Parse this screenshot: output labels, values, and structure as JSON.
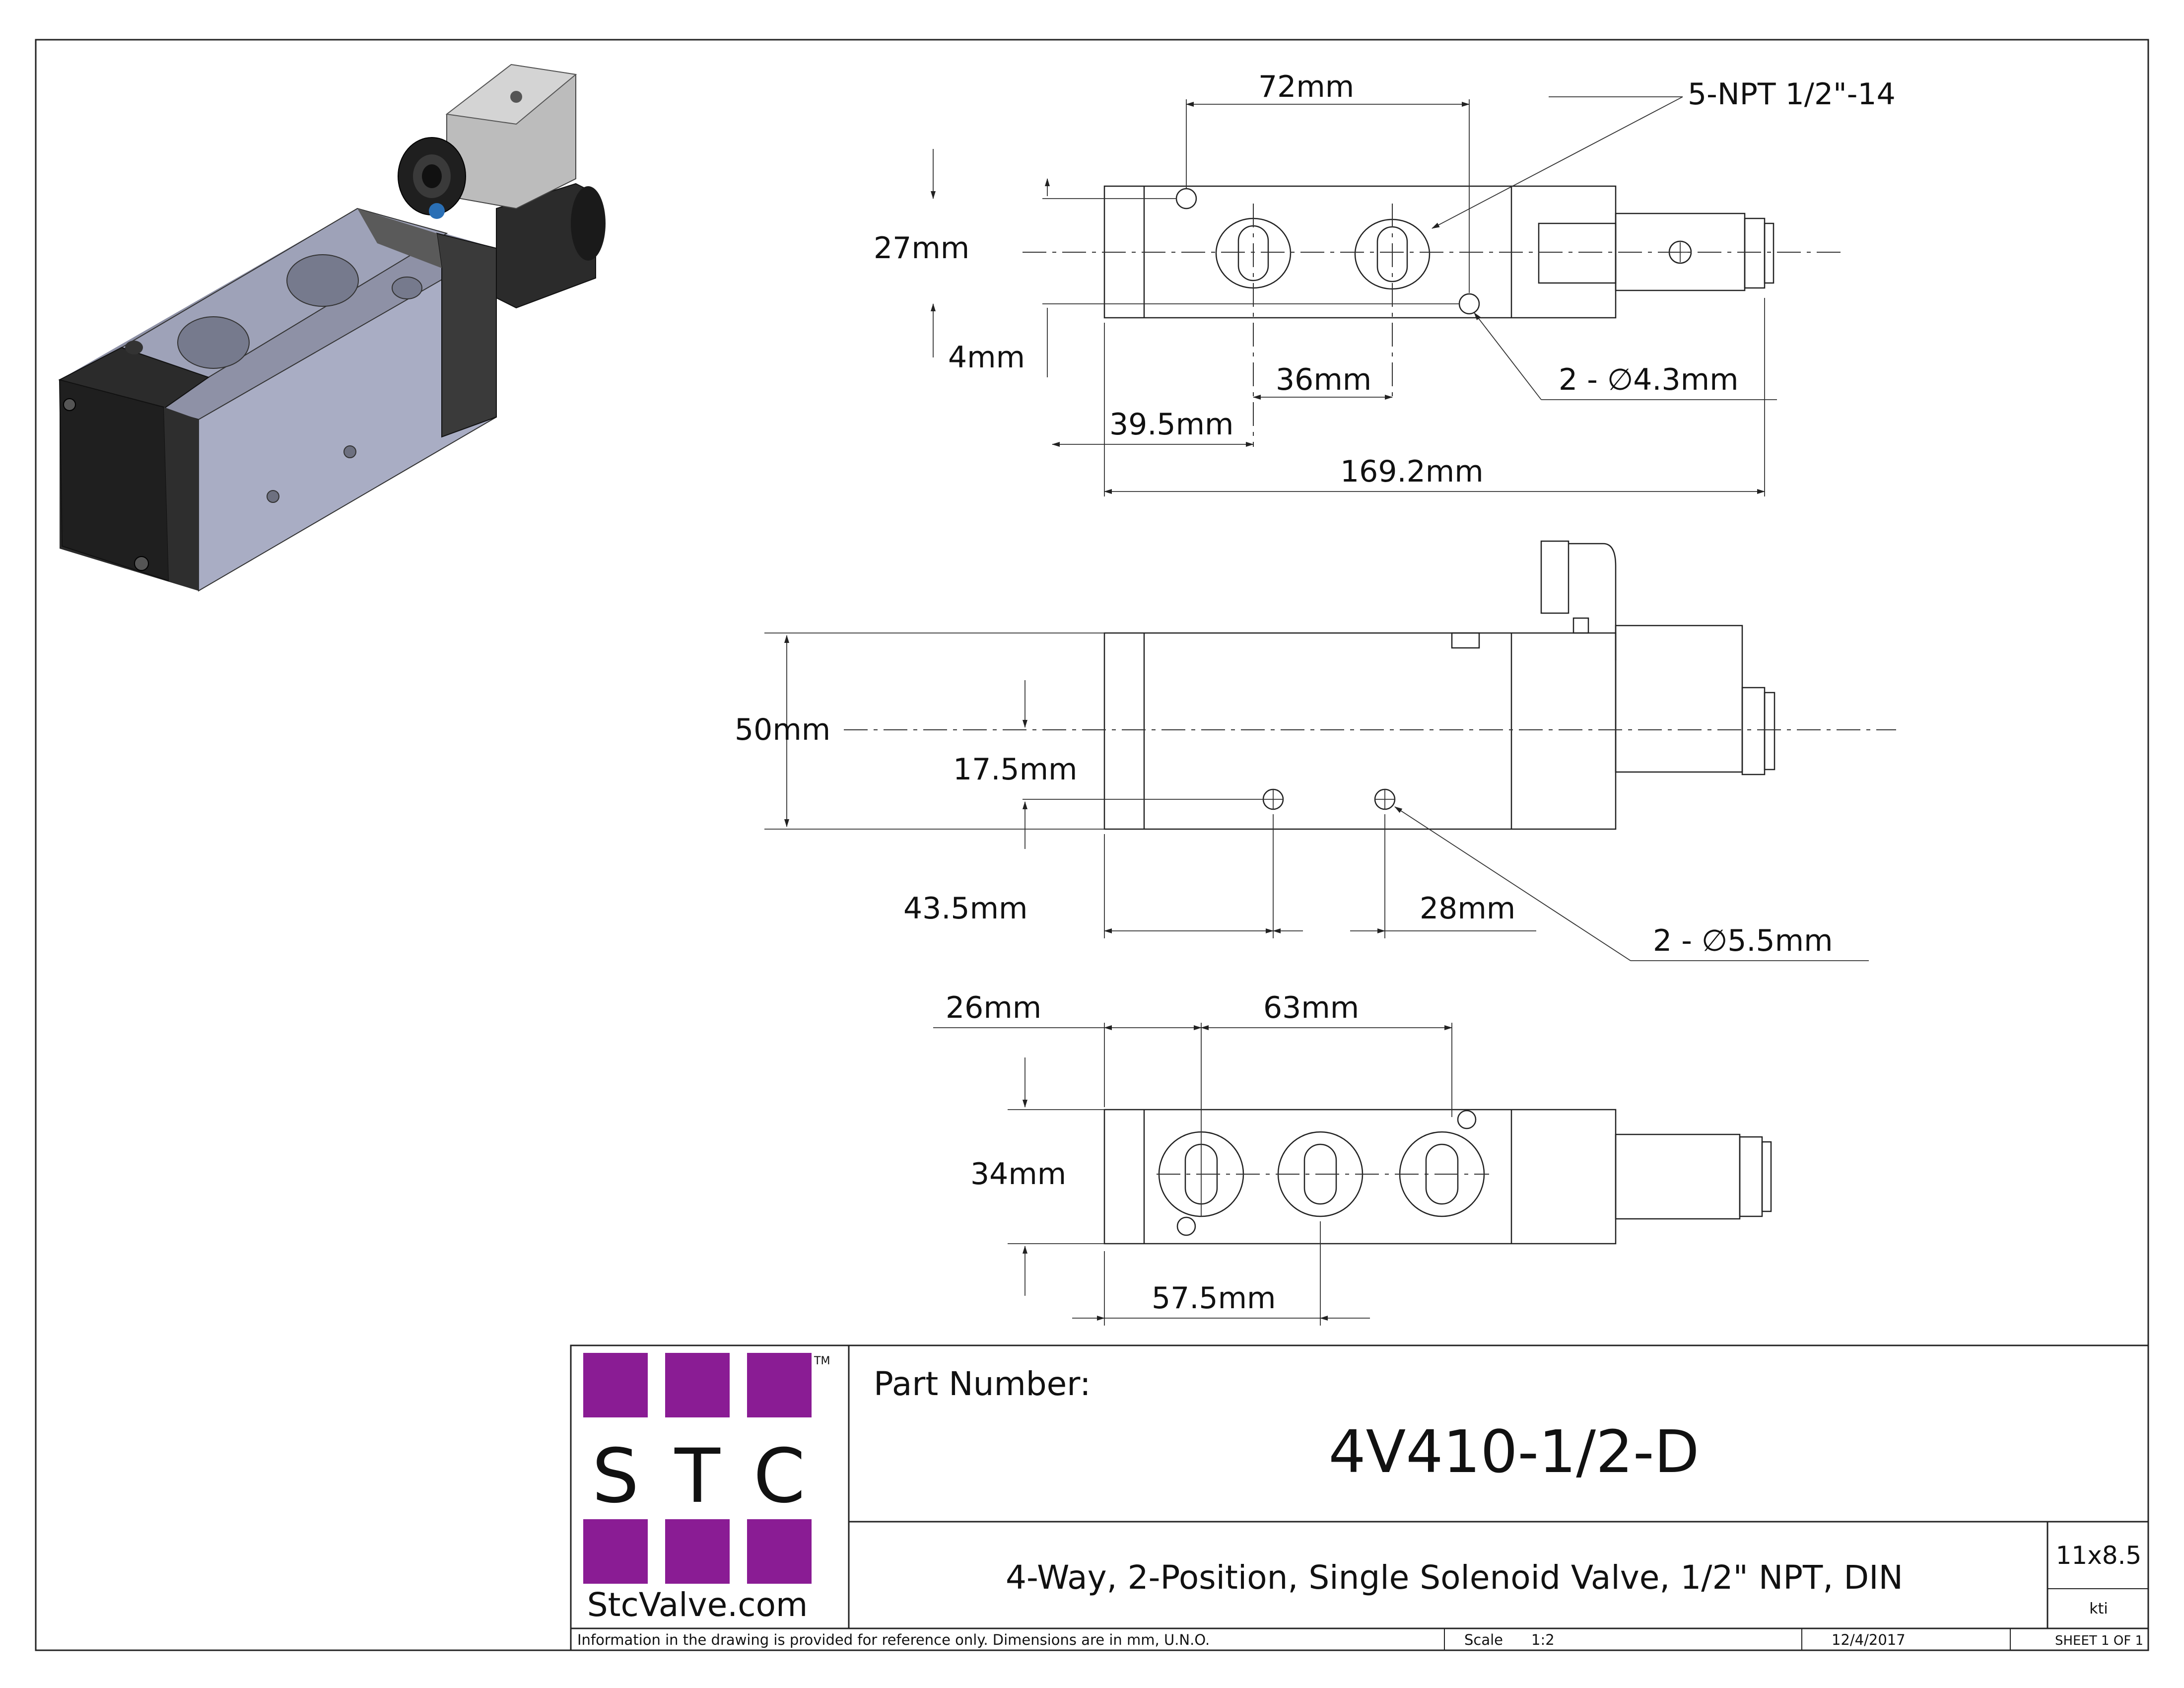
{
  "drawing": {
    "dimensions_top": {
      "d72": "72mm",
      "npt": "5-NPT 1/2\"-14",
      "d27": "27mm",
      "d4": "4mm",
      "d36": "36mm",
      "holes43": "2 - ∅4.3mm",
      "d39": "39.5mm",
      "d169": "169.2mm"
    },
    "dimensions_middle": {
      "d50": "50mm",
      "d17": "17.5mm",
      "d43": "43.5mm",
      "d28": "28mm",
      "holes55": "2 - ∅5.5mm"
    },
    "dimensions_bottom": {
      "d26": "26mm",
      "d63": "63mm",
      "d34": "34mm",
      "d57": "57.5mm"
    }
  },
  "title_block": {
    "logo_letters": [
      "S",
      "T",
      "C"
    ],
    "logo_tm": "TM",
    "logo_site": "StcValve.com",
    "part_number_label": "Part Number:",
    "part_number": "4V410-1/2-D",
    "description": "4-Way, 2-Position, Single Solenoid Valve, 1/2\" NPT, DIN",
    "size": "11x8.5",
    "drawn_by": "kti",
    "note": "Information in the drawing is provided for reference only. Dimensions are in mm, U.N.O.",
    "scale_label": "Scale",
    "scale_value": "1:2",
    "date": "12/4/2017",
    "sheet": "SHEET 1 OF 1"
  },
  "colors": {
    "logo_purple": "#8a1c94",
    "valve_body": "#a9adc4",
    "valve_dark": "#262626"
  }
}
